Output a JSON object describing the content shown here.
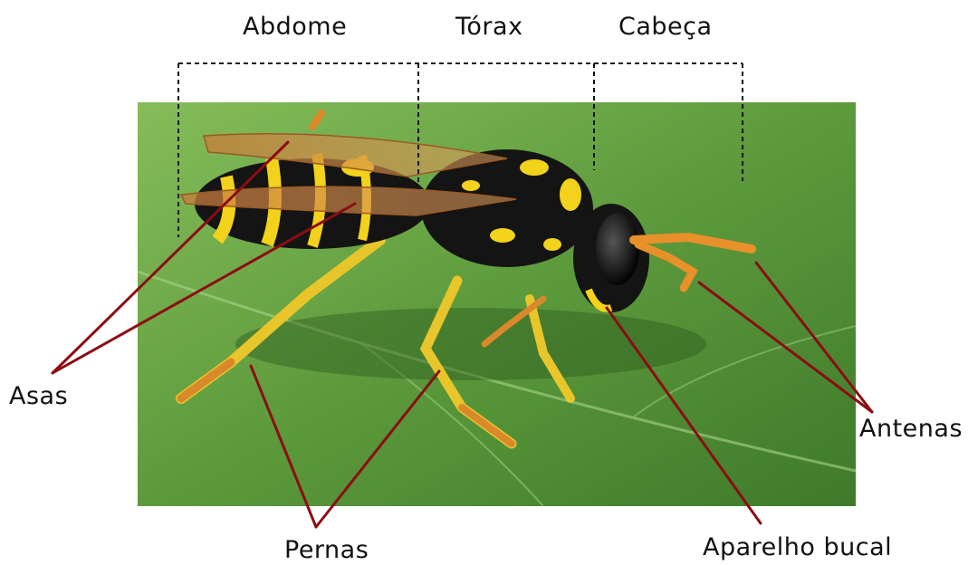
{
  "labels": {
    "abdome": "Abdome",
    "torax": "Tórax",
    "cabeca": "Cabeça",
    "asas": "Asas",
    "antenas": "Antenas",
    "pernas": "Pernas",
    "aparelho_bucal": "Aparelho bucal"
  },
  "colors": {
    "pointer_line": "#8b0d12",
    "bracket_line": "#111111",
    "leaf_green": "#5d9a3c",
    "wasp_yellow": "#f2d21a",
    "wasp_black": "#141414",
    "antenna_orange": "#e8902a"
  }
}
